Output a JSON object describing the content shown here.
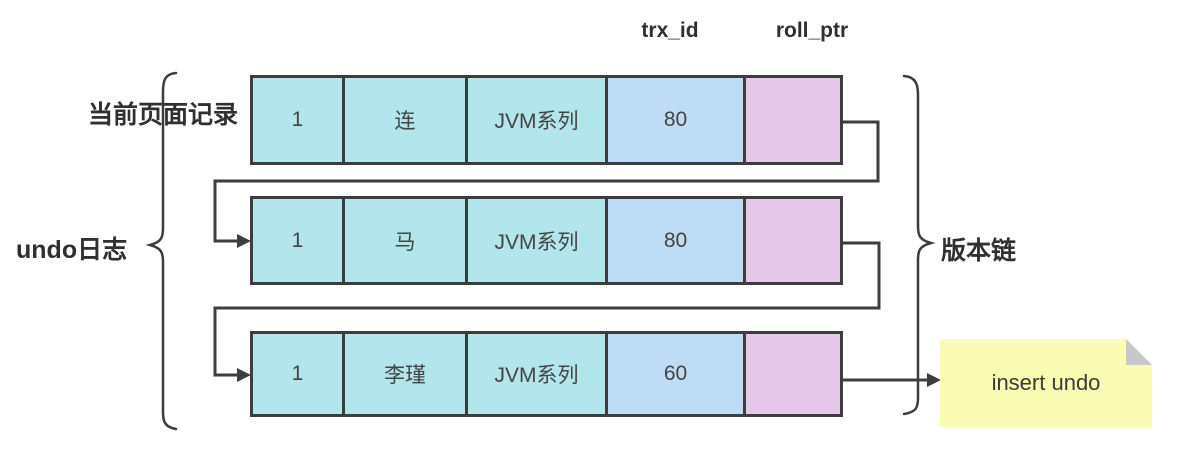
{
  "header": {
    "trx_id_label": "trx_id",
    "roll_ptr_label": "roll_ptr"
  },
  "labels": {
    "current_page_record": "当前页面记录",
    "undo_log": "undo日志",
    "version_chain": "版本链"
  },
  "note": {
    "text": "insert undo"
  },
  "rows": [
    {
      "cells": [
        "1",
        "连",
        "JVM系列",
        "80",
        ""
      ]
    },
    {
      "cells": [
        "1",
        "马",
        "JVM系列",
        "80",
        ""
      ]
    },
    {
      "cells": [
        "1",
        "李瑾",
        "JVM系列",
        "60",
        ""
      ]
    }
  ],
  "colors": {
    "cell_cyan": "#b2e6ec",
    "cell_blue": "#bedcf5",
    "cell_pink": "#e5c8ea",
    "note_yellow": "#fbfcb3",
    "note_fold_gray": "#c8c8c8",
    "line": "#3d3d3d"
  }
}
